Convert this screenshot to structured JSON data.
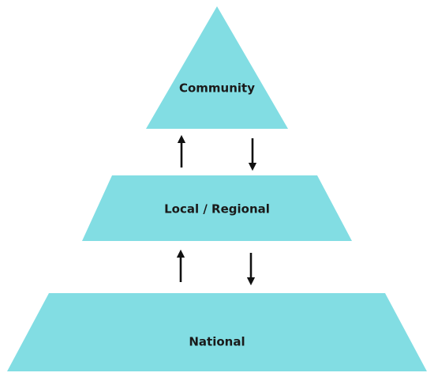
{
  "diagram": {
    "tiers": [
      {
        "id": "community",
        "label": "Community"
      },
      {
        "id": "local-regional",
        "label": "Local / Regional"
      },
      {
        "id": "national",
        "label": "National"
      }
    ],
    "arrows": [
      {
        "between": "local-regional-community",
        "direction": "up"
      },
      {
        "between": "community-local-regional",
        "direction": "down"
      },
      {
        "between": "national-local-regional",
        "direction": "up"
      },
      {
        "between": "local-regional-national",
        "direction": "down"
      }
    ]
  },
  "colors": {
    "tier_fill": "#82DDE3",
    "text": "#1a1a1a",
    "arrow": "#111111"
  }
}
